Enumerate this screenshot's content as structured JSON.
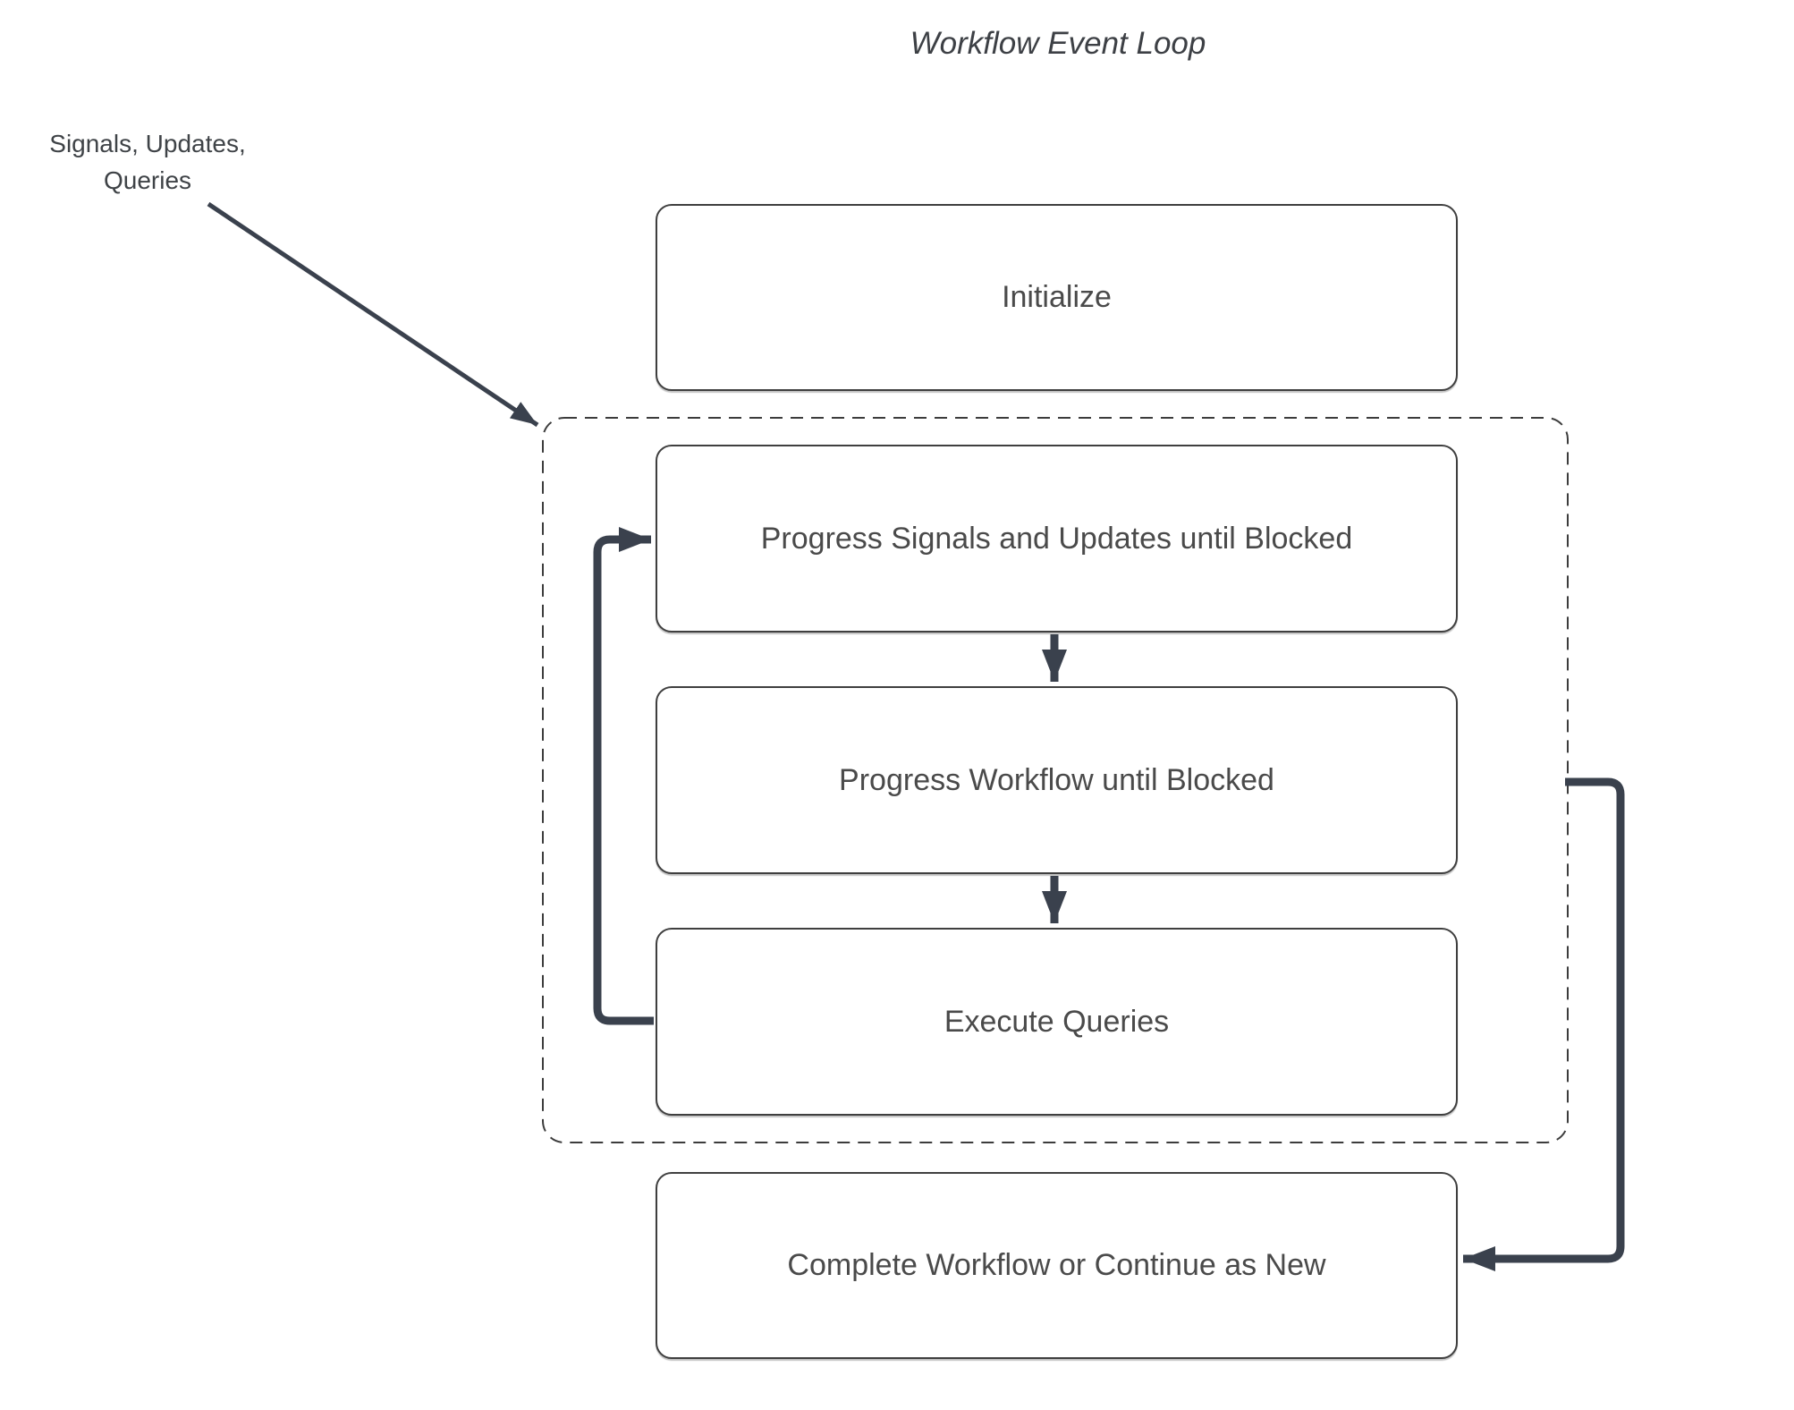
{
  "title": "Workflow Event Loop",
  "annotation": {
    "text": "Signals, Updates,\nQueries"
  },
  "nodes": [
    {
      "id": "initialize",
      "label": "Initialize"
    },
    {
      "id": "progress-signals-updates",
      "label": "Progress Signals and Updates until Blocked"
    },
    {
      "id": "progress-workflow",
      "label": "Progress Workflow until Blocked"
    },
    {
      "id": "execute-queries",
      "label": "Execute Queries"
    },
    {
      "id": "complete-or-continue",
      "label": "Complete Workflow or Continue as New"
    }
  ],
  "edges": [
    {
      "from": "signals-updates-queries-annotation",
      "to": "event-loop-container",
      "style": "thin-diagonal-arrow"
    },
    {
      "from": "progress-signals-updates",
      "to": "progress-workflow",
      "style": "thick-down-arrow"
    },
    {
      "from": "progress-workflow",
      "to": "execute-queries",
      "style": "thick-down-arrow"
    },
    {
      "from": "execute-queries",
      "to": "progress-signals-updates",
      "style": "thick-left-loop-arrow"
    },
    {
      "from": "event-loop-container",
      "to": "complete-or-continue",
      "style": "thick-right-exit-arrow"
    }
  ],
  "container": {
    "id": "event-loop-container",
    "style": "dashed-rounded-rectangle"
  },
  "colors": {
    "background": "#FFFFFF",
    "arrow": "#3A414D",
    "node_border": "#3F3F3F",
    "node_fill": "#FFFFFF",
    "node_text": "#4A4A4A",
    "dashed_border": "#3C3C3C",
    "heading_text": "#3D4045"
  }
}
